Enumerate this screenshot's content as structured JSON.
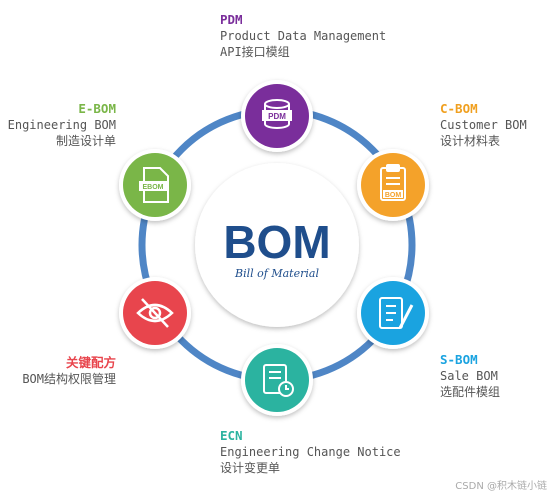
{
  "center": {
    "title": "BOM",
    "subtitle": "Bill of Material"
  },
  "nodes": {
    "pdm": {
      "title": "PDM",
      "line1": "Product Data Management",
      "line2": "API接口模组",
      "icon_text": "PDM",
      "color": "#7a2e9b"
    },
    "cbom": {
      "title": "C-BOM",
      "line1": "Customer BOM",
      "line2": "设计材料表",
      "icon_text": "BOM",
      "color": "#f4a22a"
    },
    "sbom": {
      "title": "S-BOM",
      "line1": "Sale BOM",
      "line2": "选配件模组",
      "color": "#1aa3e0"
    },
    "ecn": {
      "title": "ECN",
      "line1": "Engineering Change Notice",
      "line2": "设计变更单",
      "color": "#2bb3a0"
    },
    "key": {
      "title": "关键配方",
      "line1": "BOM结构权限管理",
      "color": "#e8454d"
    },
    "ebom": {
      "title": "E-BOM",
      "line1": "Engineering BOM",
      "line2": "制造设计单",
      "icon_text": "EBOM",
      "color": "#7ab648"
    }
  },
  "watermark": "CSDN @积木链小链"
}
